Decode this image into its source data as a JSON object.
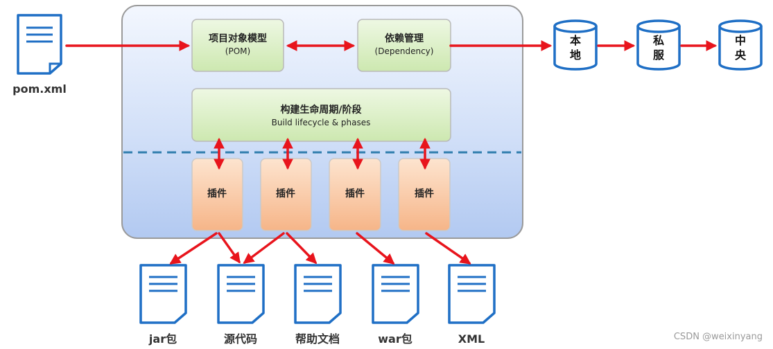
{
  "input_file": {
    "label": "pom.xml"
  },
  "core": {
    "pom_box": {
      "line1": "项目对象模型",
      "line2": "(POM)"
    },
    "dependency_box": {
      "line1": "依赖管理",
      "line2": "(Dependency)"
    },
    "lifecycle_box": {
      "line1": "构建生命周期/阶段",
      "line2": "Build lifecycle & phases"
    },
    "plugins": [
      {
        "label": "插件"
      },
      {
        "label": "插件"
      },
      {
        "label": "插件"
      },
      {
        "label": "插件"
      }
    ]
  },
  "repositories": [
    {
      "line1": "本",
      "line2": "地"
    },
    {
      "line1": "私",
      "line2": "服"
    },
    {
      "line1": "中",
      "line2": "央"
    }
  ],
  "outputs": [
    {
      "label": "jar包"
    },
    {
      "label": "源代码"
    },
    {
      "label": "帮助文档"
    },
    {
      "label": "war包"
    },
    {
      "label": "XML"
    }
  ],
  "watermark": "CSDN @weixinyang",
  "colors": {
    "arrow": "#e8141c",
    "doc_stroke": "#1f6fc5",
    "panel_fill_top": "#f2f6fd",
    "panel_fill_bottom": "#b4cbf2",
    "green_box": "#d8efc0",
    "orange_box": "#f9c79e",
    "divider": "#2f7dad"
  }
}
